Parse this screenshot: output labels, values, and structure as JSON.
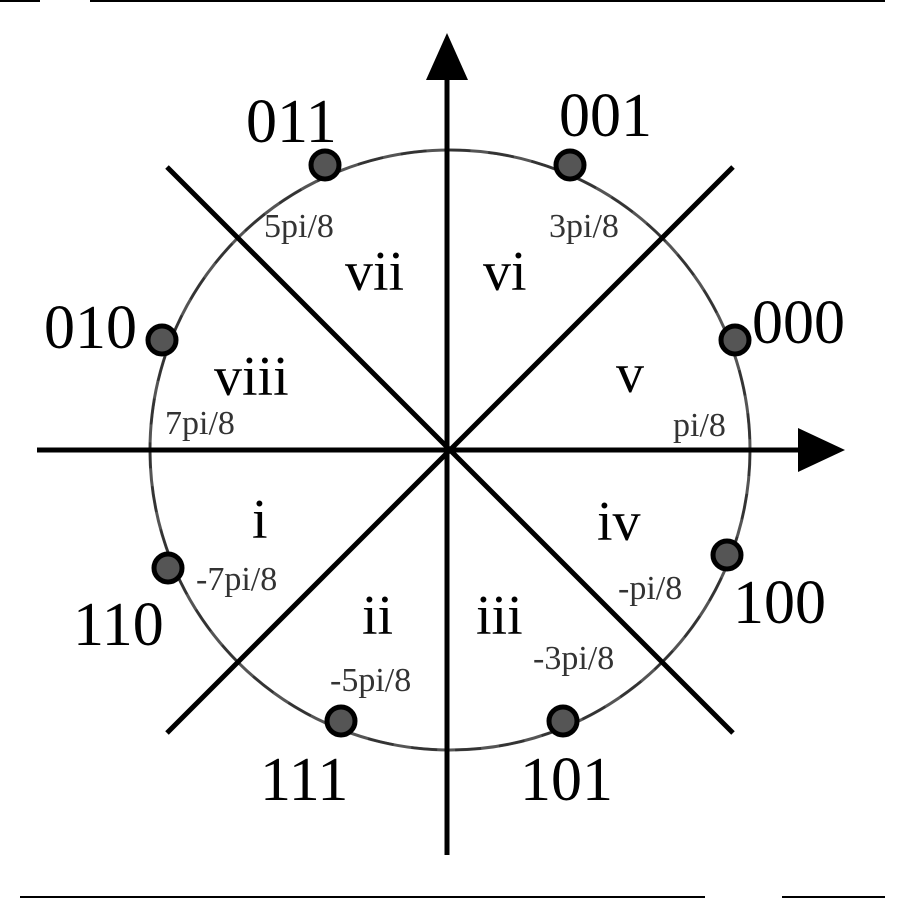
{
  "diagram": {
    "constellation_points": [
      {
        "code": "000"
      },
      {
        "code": "001"
      },
      {
        "code": "011"
      },
      {
        "code": "010"
      },
      {
        "code": "110"
      },
      {
        "code": "111"
      },
      {
        "code": "101"
      },
      {
        "code": "100"
      }
    ],
    "angle_labels": [
      "pi/8",
      "3pi/8",
      "5pi/8",
      "7pi/8",
      "-7pi/8",
      "-5pi/8",
      "-3pi/8",
      "-pi/8"
    ],
    "sector_labels": [
      "i",
      "ii",
      "iii",
      "iv",
      "v",
      "vi",
      "vii",
      "viii"
    ]
  }
}
